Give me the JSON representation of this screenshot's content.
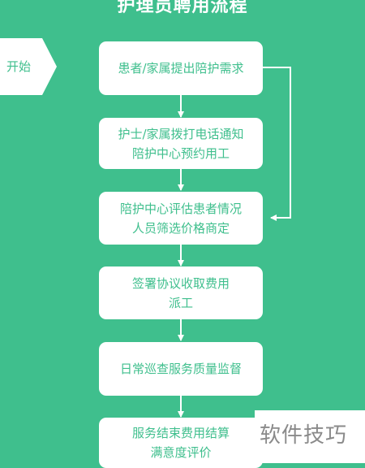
{
  "title": "护理员聘用流程",
  "start_label": "开始",
  "steps": [
    {
      "lines": [
        "患者/家属提出陪护需求"
      ]
    },
    {
      "lines": [
        "护士/家属拨打电话通知",
        "陪护中心预约用工"
      ]
    },
    {
      "lines": [
        "陪护中心评估患者情况",
        "人员筛选价格商定"
      ]
    },
    {
      "lines": [
        "签署协议收取费用",
        "派工"
      ]
    },
    {
      "lines": [
        "日常巡查服务质量监督"
      ]
    },
    {
      "lines": [
        "服务结束费用结算",
        "满意度评价"
      ]
    }
  ],
  "watermark": "软件技巧",
  "colors": {
    "background": "#3fbf8d",
    "box": "#ffffff",
    "text": "#3fbf8d",
    "watermark_text": "#8a8a8a"
  }
}
